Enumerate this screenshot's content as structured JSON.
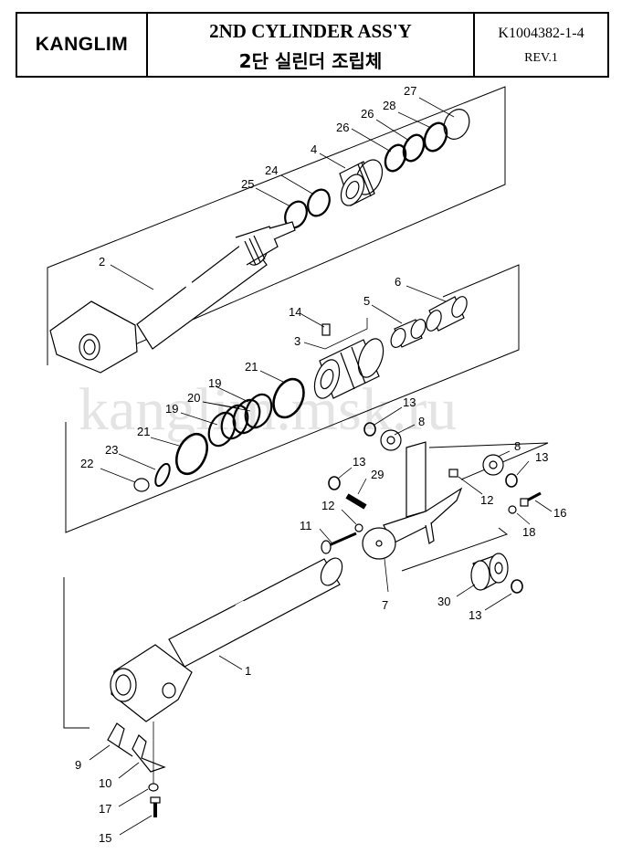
{
  "header": {
    "logo": "KANGLIM",
    "title_en": "2ND CYLINDER ASS'Y",
    "title_ko": "2단 실린더 조립체",
    "part_number": "K1004382-1-4",
    "revision": "REV.1"
  },
  "watermark": "kanglim.msk.ru",
  "callouts": [
    "27",
    "28",
    "26",
    "26",
    "4",
    "24",
    "25",
    "2",
    "6",
    "5",
    "14",
    "3",
    "21",
    "19",
    "20",
    "19",
    "21",
    "23",
    "22",
    "13",
    "8",
    "8",
    "13",
    "13",
    "29",
    "12",
    "12",
    "16",
    "18",
    "11",
    "7",
    "30",
    "13",
    "1",
    "9",
    "10",
    "17",
    "15"
  ]
}
